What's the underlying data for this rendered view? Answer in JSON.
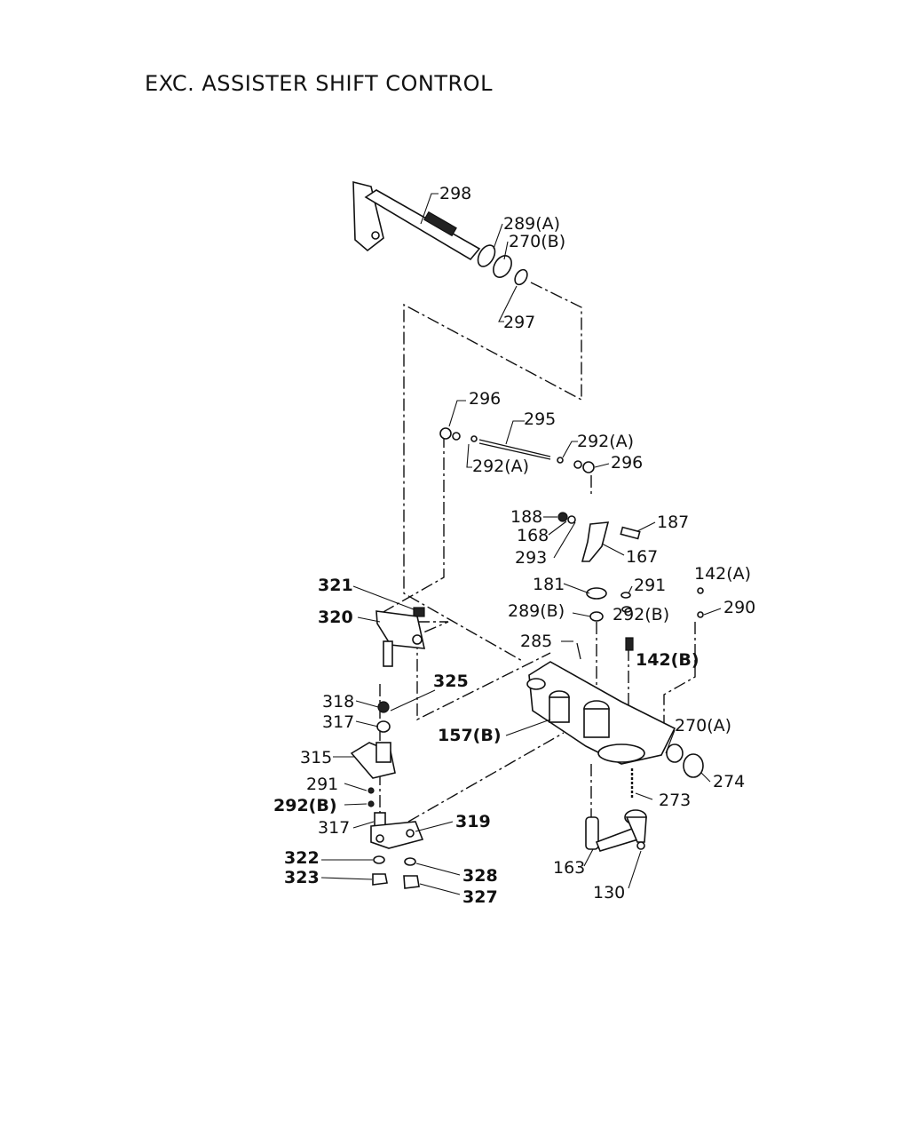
{
  "title": "EXC. ASSISTER SHIFT CONTROL",
  "labels": {
    "p298": "298",
    "p289a": "289(A)",
    "p270b": "270(B)",
    "p297": "297",
    "p296_top": "296",
    "p295": "295",
    "p292a_right": "292(A)",
    "p292a_left": "292(A)",
    "p296_right": "296",
    "p188": "188",
    "p168": "168",
    "p187": "187",
    "p293": "293",
    "p167": "167",
    "p142a": "142(A)",
    "p321": "321",
    "p181": "181",
    "p291_right": "291",
    "p290": "290",
    "p320": "320",
    "p289b": "289(B)",
    "p292b_right": "292(B)",
    "p285": "285",
    "p142b": "142(B)",
    "p325": "325",
    "p318": "318",
    "p317_top": "317",
    "p157b": "157(B)",
    "p270a": "270(A)",
    "p315": "315",
    "p274": "274",
    "p291_left": "291",
    "p292b_left": "292(B)",
    "p273": "273",
    "p317_bottom": "317",
    "p319": "319",
    "p322": "322",
    "p328": "328",
    "p323": "323",
    "p327": "327",
    "p163": "163",
    "p130": "130"
  }
}
